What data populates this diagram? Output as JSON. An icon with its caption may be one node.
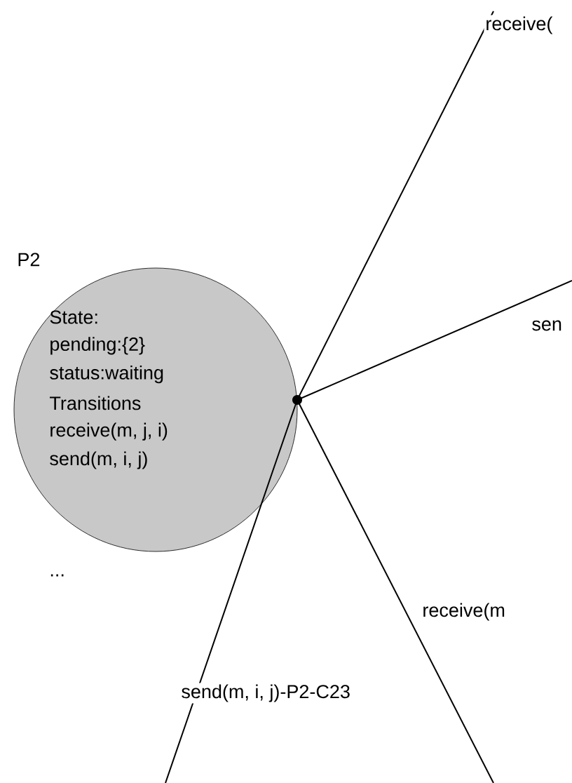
{
  "diagram": {
    "nodes": [
      {
        "text": [
          "P2",
          "State:",
          "pending:{2}",
          "status:waiting",
          "Transitions",
          "receive(m, j, i)",
          "send(m, i, j)"
        ]
      },
      {
        "text": [],
        "shape": "dot"
      }
    ],
    "edges": [
      {
        "from": 1,
        "to": null,
        "arrow": "none",
        "label": "receive("
      },
      {
        "from": 1,
        "to": null,
        "arrow": "none",
        "label": "sen"
      },
      {
        "from": 1,
        "to": null,
        "arrow": "none",
        "label": "receive(m"
      },
      {
        "from": 1,
        "to": null,
        "arrow": "none",
        "label": "send(m, i, j)-P2-C23"
      }
    ],
    "labels": [
      "..."
    ]
  }
}
